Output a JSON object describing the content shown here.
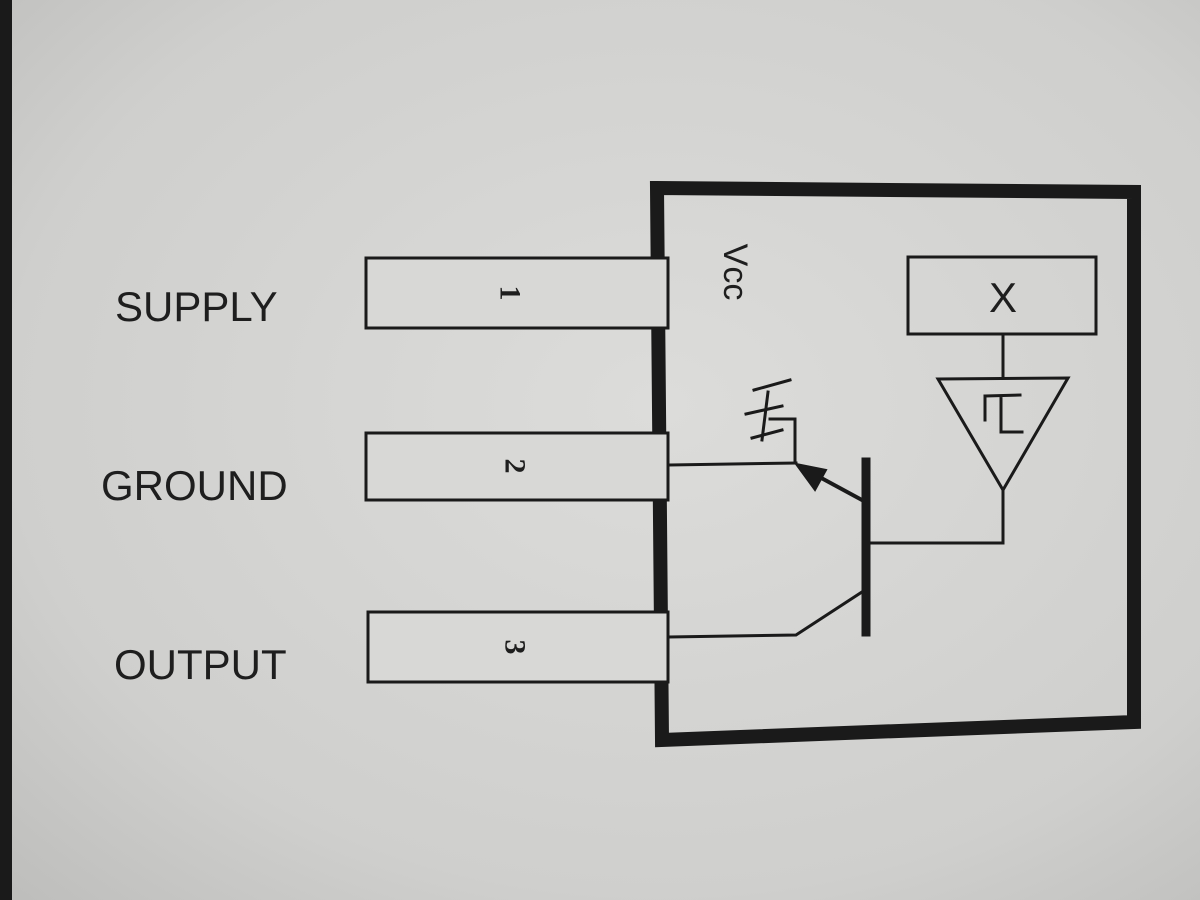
{
  "diagram": {
    "pins": [
      {
        "label": "SUPPLY",
        "number": "1"
      },
      {
        "label": "GROUND",
        "number": "2"
      },
      {
        "label": "OUTPUT",
        "number": "3"
      }
    ],
    "vcc_label": "Vcc",
    "block_label": "X"
  }
}
